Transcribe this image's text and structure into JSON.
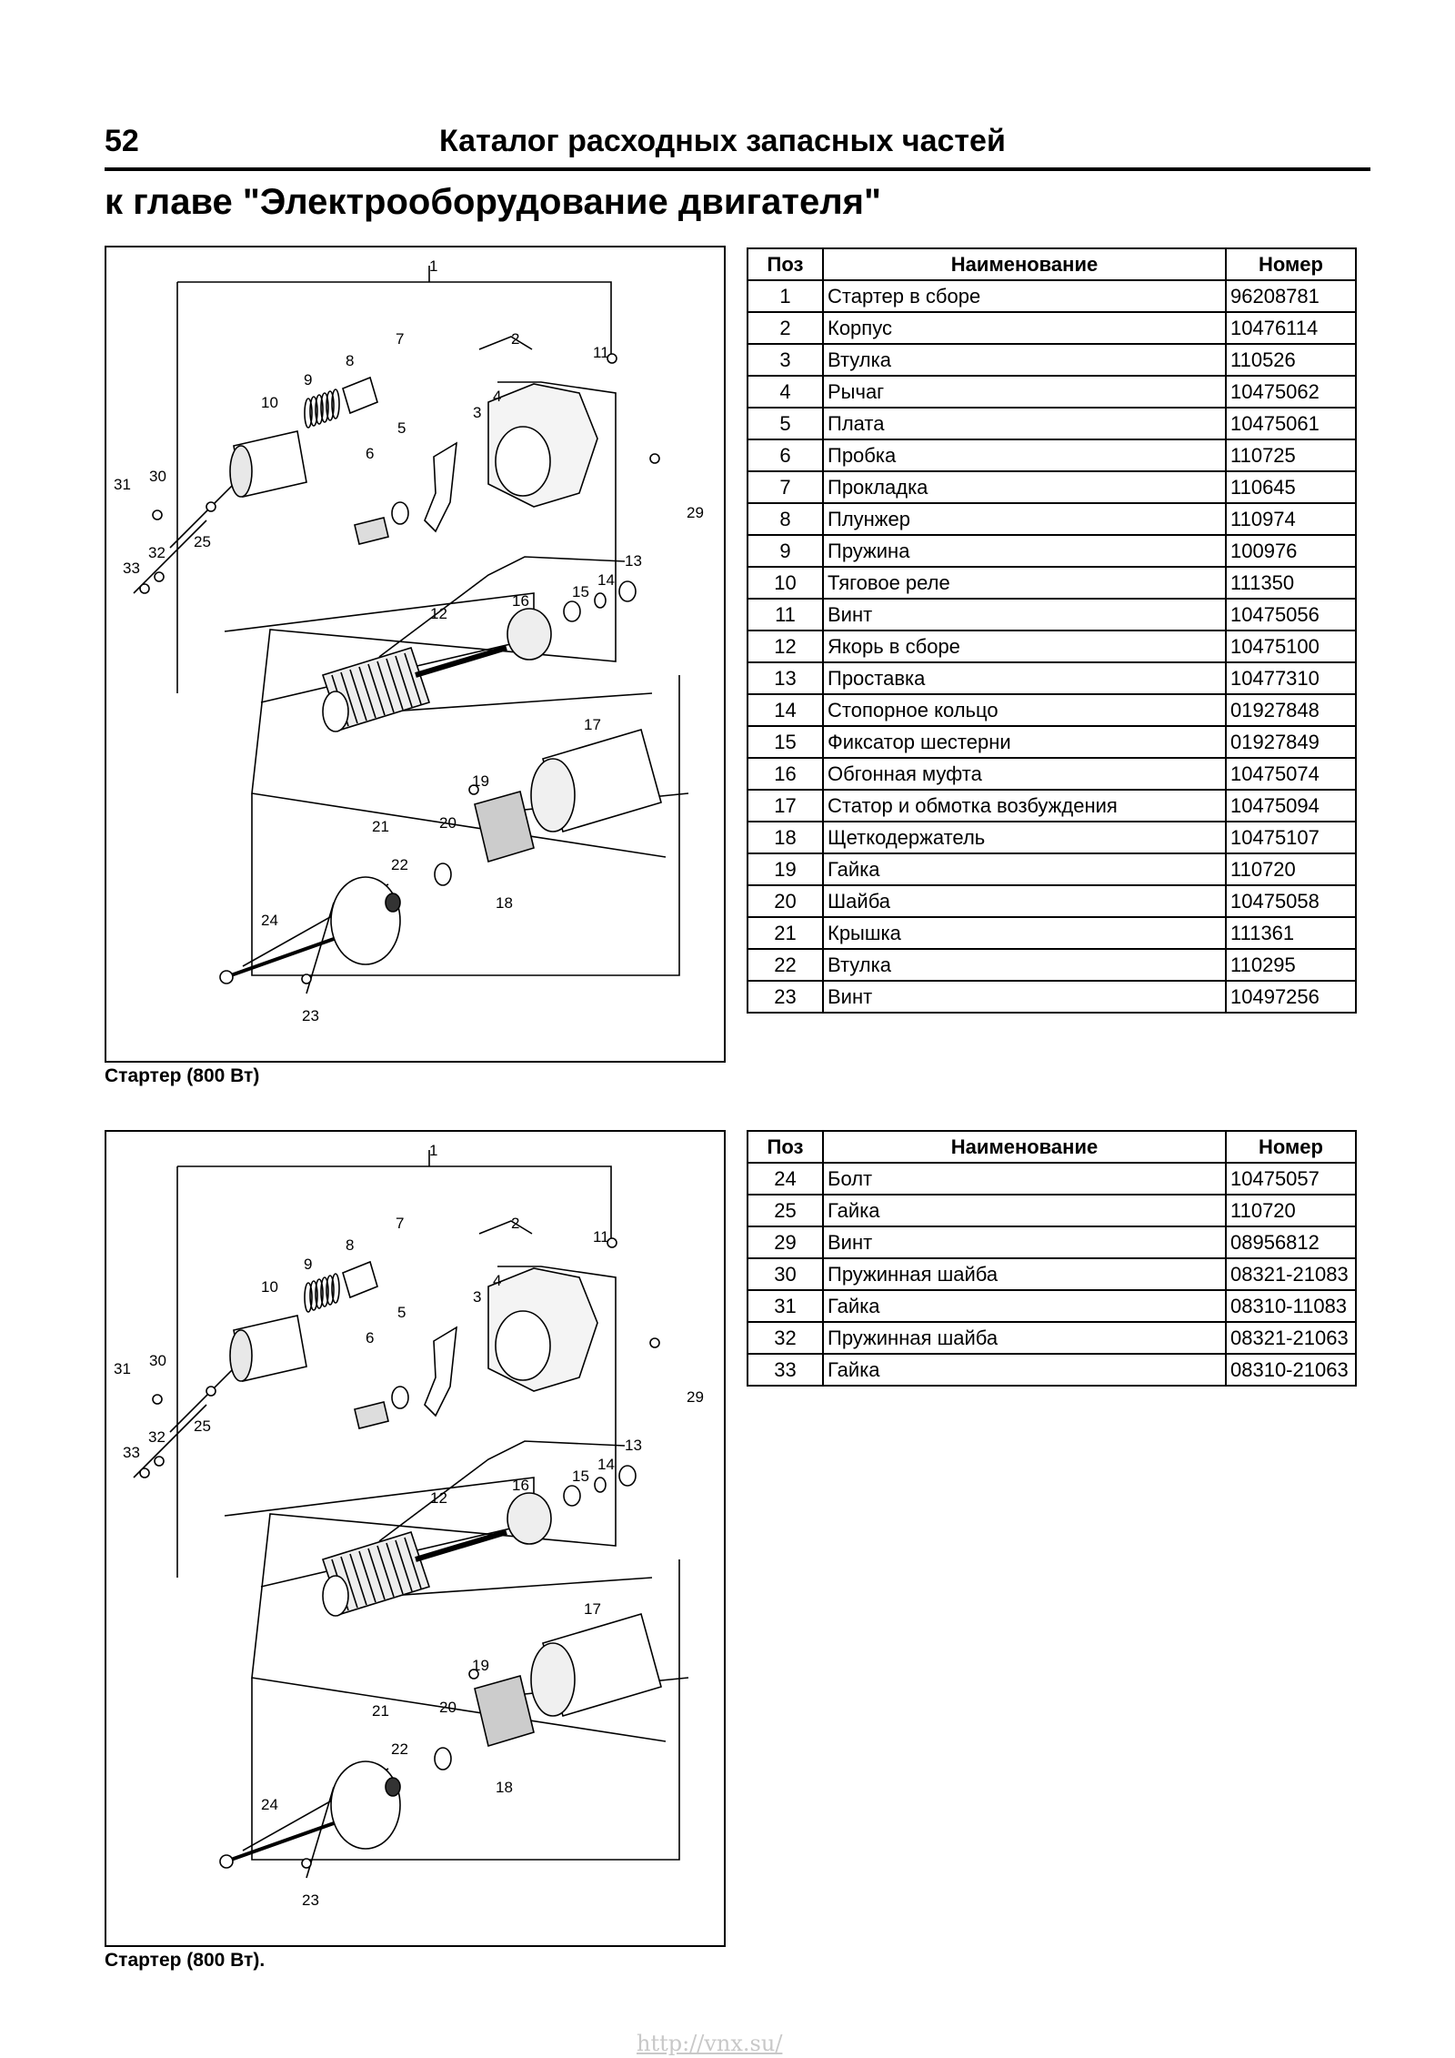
{
  "header": {
    "page_number": "52",
    "title": "Каталог расходных запасных частей"
  },
  "chapter_title": "к главе \"Электрооборудование двигателя\"",
  "figure_labels": [
    "1",
    "2",
    "3",
    "4",
    "5",
    "6",
    "7",
    "8",
    "9",
    "10",
    "11",
    "12",
    "13",
    "14",
    "15",
    "16",
    "17",
    "18",
    "19",
    "20",
    "21",
    "22",
    "23",
    "24",
    "25",
    "29",
    "30",
    "31",
    "32",
    "33"
  ],
  "figure1": {
    "caption": "Стартер (800 Вт)"
  },
  "figure2": {
    "caption": "Стартер (800 Вт)."
  },
  "table_headers": {
    "pos": "Поз",
    "name": "Наименование",
    "number": "Номер"
  },
  "table1": [
    {
      "pos": "1",
      "name": "Стартер в сборе",
      "number": "96208781"
    },
    {
      "pos": "2",
      "name": "Корпус",
      "number": "10476114"
    },
    {
      "pos": "3",
      "name": "Втулка",
      "number": "110526"
    },
    {
      "pos": "4",
      "name": "Рычаг",
      "number": "10475062"
    },
    {
      "pos": "5",
      "name": "Плата",
      "number": "10475061"
    },
    {
      "pos": "6",
      "name": "Пробка",
      "number": "110725"
    },
    {
      "pos": "7",
      "name": "Прокладка",
      "number": "110645"
    },
    {
      "pos": "8",
      "name": "Плунжер",
      "number": "110974"
    },
    {
      "pos": "9",
      "name": "Пружина",
      "number": "100976"
    },
    {
      "pos": "10",
      "name": "Тяговое реле",
      "number": "111350"
    },
    {
      "pos": "11",
      "name": "Винт",
      "number": "10475056"
    },
    {
      "pos": "12",
      "name": "Якорь в сборе",
      "number": "10475100"
    },
    {
      "pos": "13",
      "name": "Проставка",
      "number": "10477310"
    },
    {
      "pos": "14",
      "name": "Стопорное кольцо",
      "number": "01927848"
    },
    {
      "pos": "15",
      "name": "Фиксатор шестерни",
      "number": "01927849"
    },
    {
      "pos": "16",
      "name": "Обгонная муфта",
      "number": "10475074"
    },
    {
      "pos": "17",
      "name": "Статор и обмотка возбуждения",
      "number": "10475094"
    },
    {
      "pos": "18",
      "name": "Щеткодержатель",
      "number": "10475107"
    },
    {
      "pos": "19",
      "name": "Гайка",
      "number": "110720"
    },
    {
      "pos": "20",
      "name": "Шайба",
      "number": "10475058"
    },
    {
      "pos": "21",
      "name": "Крышка",
      "number": "111361"
    },
    {
      "pos": "22",
      "name": "Втулка",
      "number": "110295"
    },
    {
      "pos": "23",
      "name": "Винт",
      "number": "10497256"
    }
  ],
  "table2": [
    {
      "pos": "24",
      "name": "Болт",
      "number": "10475057"
    },
    {
      "pos": "25",
      "name": "Гайка",
      "number": "110720"
    },
    {
      "pos": "29",
      "name": "Винт",
      "number": "08956812"
    },
    {
      "pos": "30",
      "name": "Пружинная шайба",
      "number": "08321-21083"
    },
    {
      "pos": "31",
      "name": "Гайка",
      "number": "08310-11083"
    },
    {
      "pos": "32",
      "name": "Пружинная шайба",
      "number": "08321-21063"
    },
    {
      "pos": "33",
      "name": "Гайка",
      "number": "08310-21063"
    }
  ],
  "watermark": "http://vnx.su/"
}
